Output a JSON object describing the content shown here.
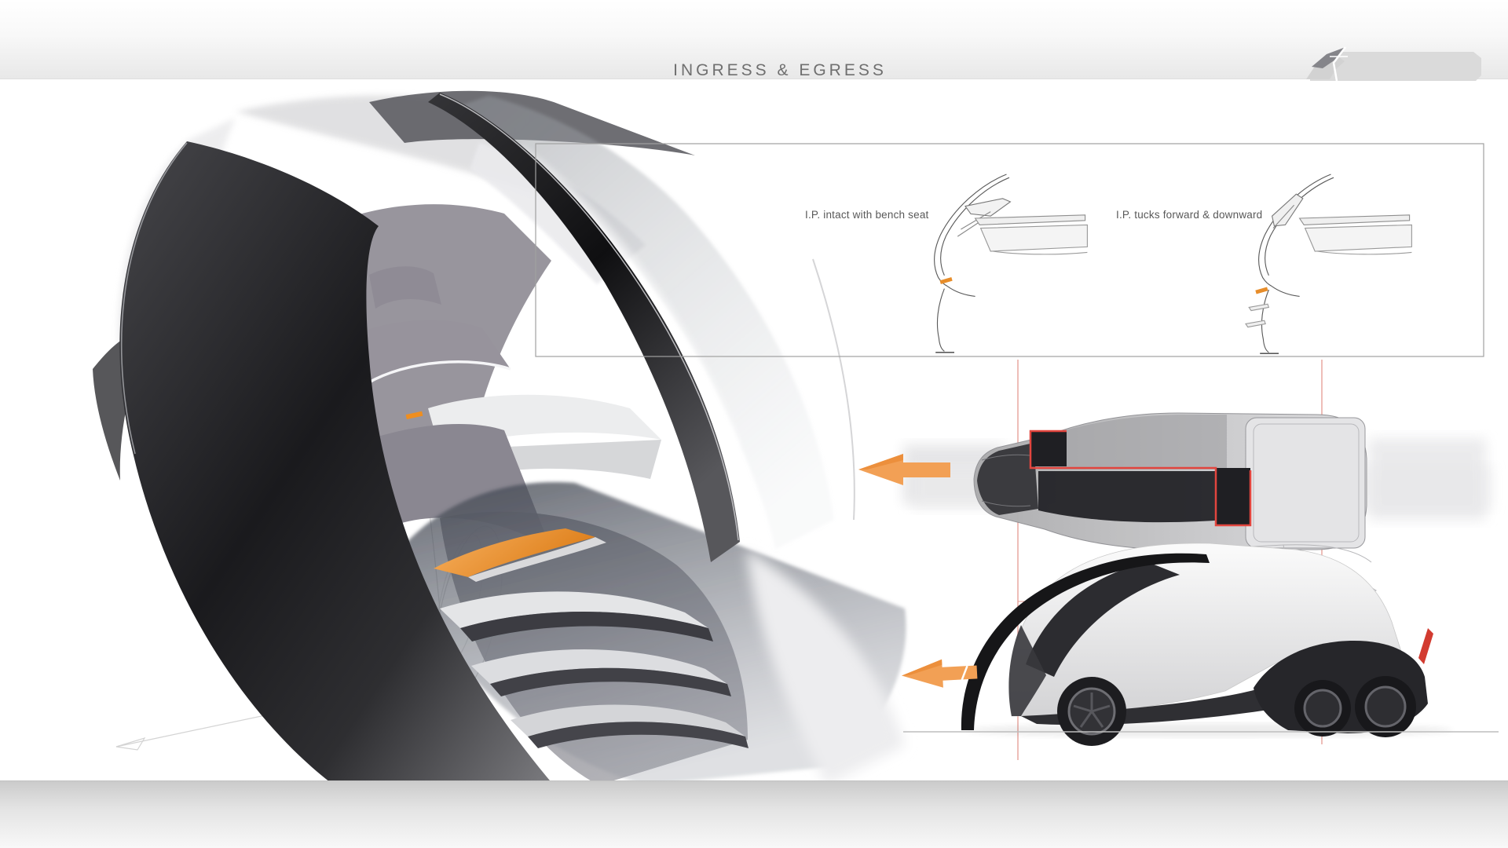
{
  "header": {
    "title": "INGRESS & EGRESS",
    "logo": "vehicle-silhouette-logo"
  },
  "annotation_panel": {
    "labels": [
      {
        "text": "I.P. intact with bench seat"
      },
      {
        "text": "I.P. tucks forward & downward"
      }
    ]
  },
  "icons": {
    "arrow_direction": "left"
  },
  "colors": {
    "accent_orange": "#F2A055",
    "accent_orange_deep": "#DD7E19",
    "reference_red": "#E2453E",
    "reference_red_light": "#E49A92",
    "title_gray": "#6F6F6F",
    "label_gray": "#585858",
    "box_border_gray": "#A0A0A0"
  }
}
